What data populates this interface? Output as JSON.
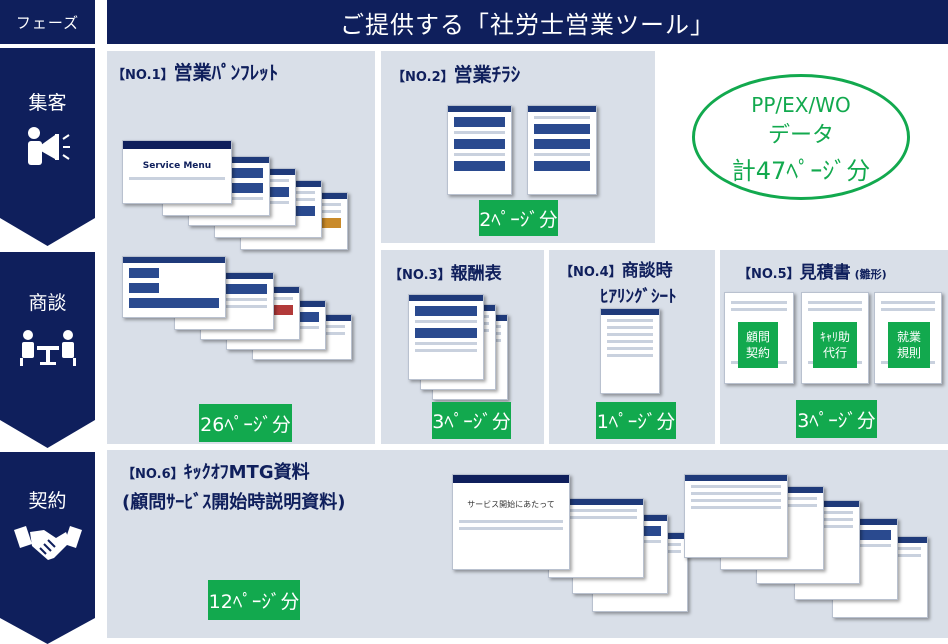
{
  "header": {
    "phase_label": "フェーズ",
    "banner_title": "ご提供する「社労士営業ツール」"
  },
  "phases": [
    {
      "label": "集客",
      "icon": "megaphone-person-icon"
    },
    {
      "label": "商談",
      "icon": "meeting-table-icon"
    },
    {
      "label": "契約",
      "icon": "handshake-icon"
    }
  ],
  "items": {
    "no1": {
      "no": "【NO.1】",
      "title": "営業ﾊﾟﾝﾌﾚｯﾄ",
      "pages": "26ﾍﾟｰｼﾞ分",
      "doc_title": "Service Menu"
    },
    "no2": {
      "no": "【NO.2】",
      "title": "営業ﾁﾗｼ",
      "pages": "2ﾍﾟｰｼﾞ分"
    },
    "no3": {
      "no": "【NO.3】",
      "title": "報酬表",
      "pages": "3ﾍﾟｰｼﾞ分"
    },
    "no4": {
      "no": "【NO.4】",
      "title": "商談時",
      "title2": "ﾋｱﾘﾝｸﾞｼｰﾄ",
      "pages": "1ﾍﾟｰｼﾞ分"
    },
    "no5": {
      "no": "【NO.5】",
      "title": "見積書",
      "sub": "(雛形)",
      "pages": "3ﾍﾟｰｼﾞ分",
      "boxes": [
        [
          "顧問",
          "契約"
        ],
        [
          "ｷｬﾘ助",
          "代行"
        ],
        [
          "就業",
          "規則"
        ]
      ]
    },
    "no6": {
      "no": "【NO.6】",
      "title": "ｷｯｸｵﾌMTG資料",
      "title2": "(顧問ｻｰﾋﾞｽ開始時説明資料)",
      "pages": "12ﾍﾟｰｼﾞ分",
      "doc_title": "サービス開始にあたって"
    }
  },
  "summary": {
    "line1": "PP/EX/WO",
    "line2": "データ",
    "line3": "計47ﾍﾟｰｼﾞ分"
  },
  "colors": {
    "navy": "#0f1f5c",
    "green": "#12a94e",
    "panel": "#d9dfe8"
  }
}
